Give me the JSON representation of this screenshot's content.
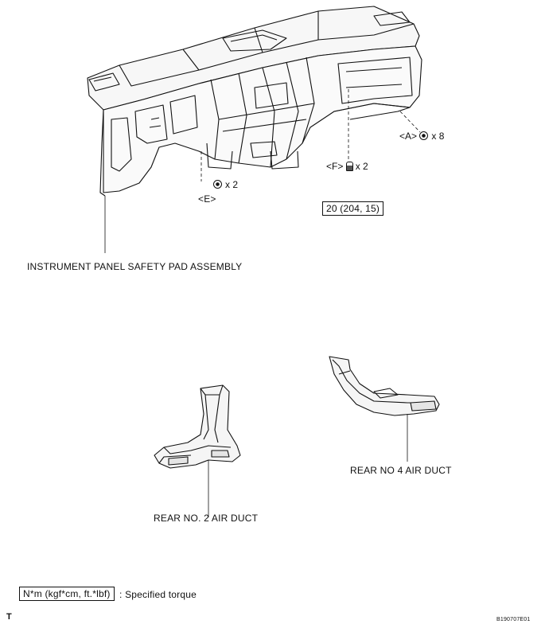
{
  "labels": {
    "safety_pad": "INSTRUMENT PANEL SAFETY PAD ASSEMBLY",
    "rear_no2_duct": "REAR NO. 2 AIR DUCT",
    "rear_no4_duct": "REAR NO  4 AIR DUCT"
  },
  "fasteners": {
    "a": {
      "code": "<A>",
      "qty": "x 8"
    },
    "e": {
      "code": "<E>",
      "qty": "x 2"
    },
    "f": {
      "code": "<F>",
      "qty": "x 2"
    }
  },
  "torque": {
    "value": "20 (204, 15)"
  },
  "legend": {
    "unit_box": "N*m (kgf*cm, ft.*lbf)",
    "desc": ": Specified torque"
  },
  "footer": {
    "left": "T",
    "code": "B190707E01"
  }
}
